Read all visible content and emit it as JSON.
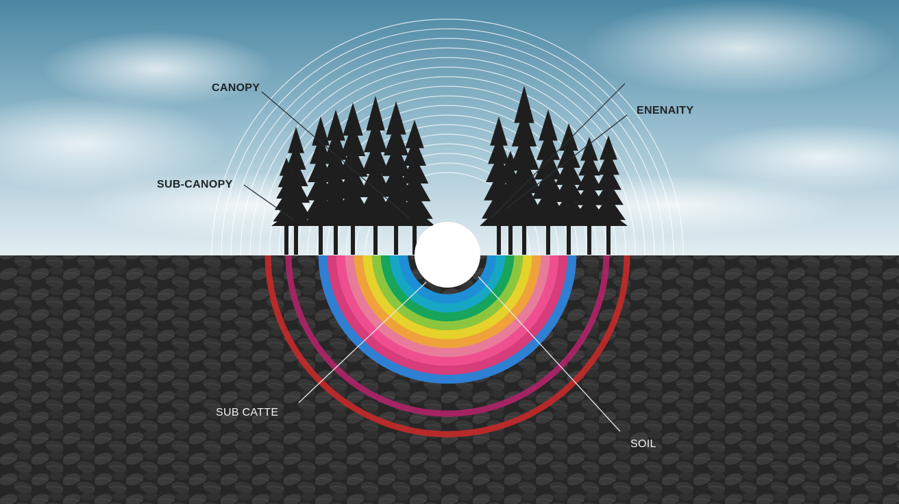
{
  "labels": {
    "canopy": "CANOPY",
    "sub_canopy": "SUB-CANOPY",
    "enenaity": "ENENAITY",
    "sub_catte": "SUB CATTE",
    "soil": "SOIL"
  },
  "colors": {
    "sky_top": "#4f8ba6",
    "sky_bottom": "#dfe9ee",
    "soil": "#2b2b2b",
    "tree": "#1e1e1e",
    "sun": "#ffffff",
    "rings": [
      "#1e8fd6",
      "#16a7c4",
      "#16a55a",
      "#8cc63f",
      "#e5d22a",
      "#f0a23a",
      "#e87b9a",
      "#ef4f8f",
      "#d63d7a",
      "#2f7fd2"
    ],
    "outer_rings": [
      "#b02468",
      "#c62a2a"
    ]
  }
}
